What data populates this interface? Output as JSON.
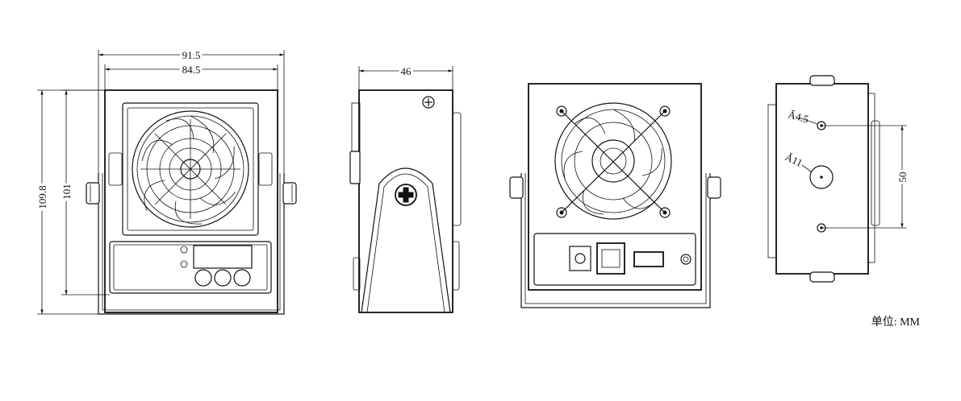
{
  "front_view": {
    "width_outer": "91.5",
    "width_inner": "84.5",
    "height_outer": "109.8",
    "height_inner": "101"
  },
  "side_view": {
    "depth": "46"
  },
  "bottom_view": {
    "hole_small": "Ă4.5",
    "hole_large": "Ă11",
    "hole_spacing": "50"
  },
  "unit_label": "单位: MM"
}
